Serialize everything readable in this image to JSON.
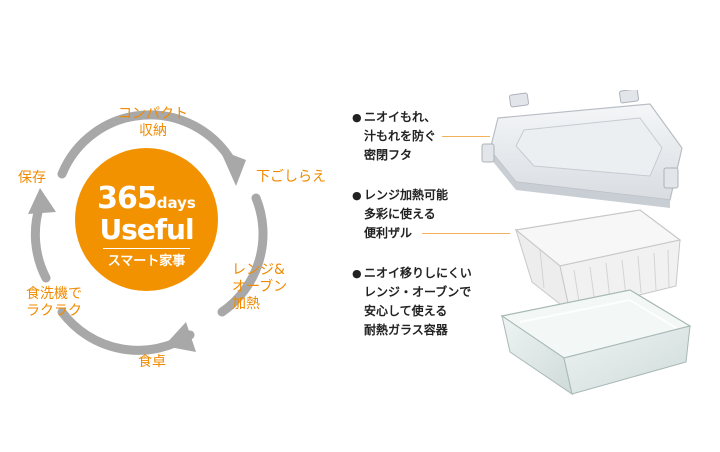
{
  "cycle": {
    "steps": [
      {
        "lines": [
          "コンパクト",
          "収納"
        ]
      },
      {
        "lines": [
          "下ごしらえ"
        ]
      },
      {
        "lines": [
          "レンジ&",
          "オーブン",
          "加熱"
        ]
      },
      {
        "lines": [
          "食卓"
        ]
      },
      {
        "lines": [
          "食洗機で",
          "ラクラク"
        ]
      },
      {
        "lines": [
          "保存"
        ]
      }
    ]
  },
  "center": {
    "number": "365",
    "unit": "days",
    "word": "Useful",
    "tagline": "スマート家事"
  },
  "features": [
    {
      "bullet": "●",
      "lines": [
        "ニオイもれ、",
        "汁もれを防ぐ",
        "密閉フタ"
      ]
    },
    {
      "bullet": "●",
      "lines": [
        "レンジ加熱可能",
        "多彩に使える",
        "便利ザル"
      ]
    },
    {
      "bullet": "●",
      "lines": [
        "ニオイ移りしにくい",
        "レンジ・オーブンで",
        "安心して使える",
        "耐熱ガラス容器"
      ]
    }
  ],
  "colors": {
    "accent": "#f39200",
    "label": "#f08a00",
    "arrow": "#a8a8a8",
    "leader": "#f2b25c"
  }
}
